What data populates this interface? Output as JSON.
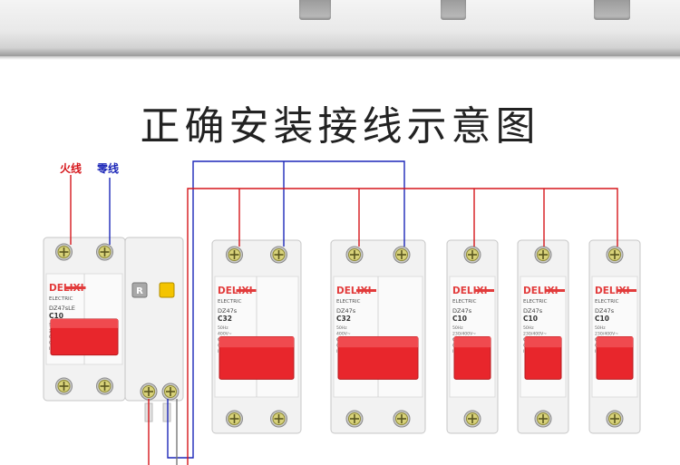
{
  "title": "正确安装接线示意图",
  "wires": {
    "live_label": "火线",
    "neutral_label": "零线",
    "live_color": "#d6161b",
    "neutral_color": "#1c27b8"
  },
  "brand": "DELIXI",
  "brand_sub": "ELECTRIC",
  "breakers": [
    {
      "kind": "rcbo-2p",
      "model": "DZ47sLE",
      "rating": "C10",
      "test_button_label": "R",
      "spec_text": "50Hz 230V~ 6000A GB10963.1 IEC61009-1"
    },
    {
      "kind": "mcb-2p",
      "model": "DZ47s",
      "rating": "C32",
      "spec_text": "50Hz 400V~ 6000A GB10963.1 IEC60898-1"
    },
    {
      "kind": "mcb-2p",
      "model": "DZ47s",
      "rating": "C32",
      "spec_text": "50Hz 400V~ 6000A GB10963.1 IEC60898-1"
    },
    {
      "kind": "mcb-1p",
      "model": "DZ47s",
      "rating": "C10",
      "spec_text": "50Hz 230/400V~ 6000A GB10963.1 IEC60898-1"
    },
    {
      "kind": "mcb-1p",
      "model": "DZ47s",
      "rating": "C10",
      "spec_text": "50Hz 230/400V~ 6000A GB10963.1 IEC60898-1"
    },
    {
      "kind": "mcb-1p",
      "model": "DZ47s",
      "rating": "C10",
      "spec_text": "50Hz 230/400V~ 6000A GB10963.1 IEC60898-1"
    }
  ],
  "colors": {
    "body": "#f2f2f2",
    "handle": "#e8262c",
    "accent_red": "#e23b3b",
    "test_button": "#f4c400"
  }
}
